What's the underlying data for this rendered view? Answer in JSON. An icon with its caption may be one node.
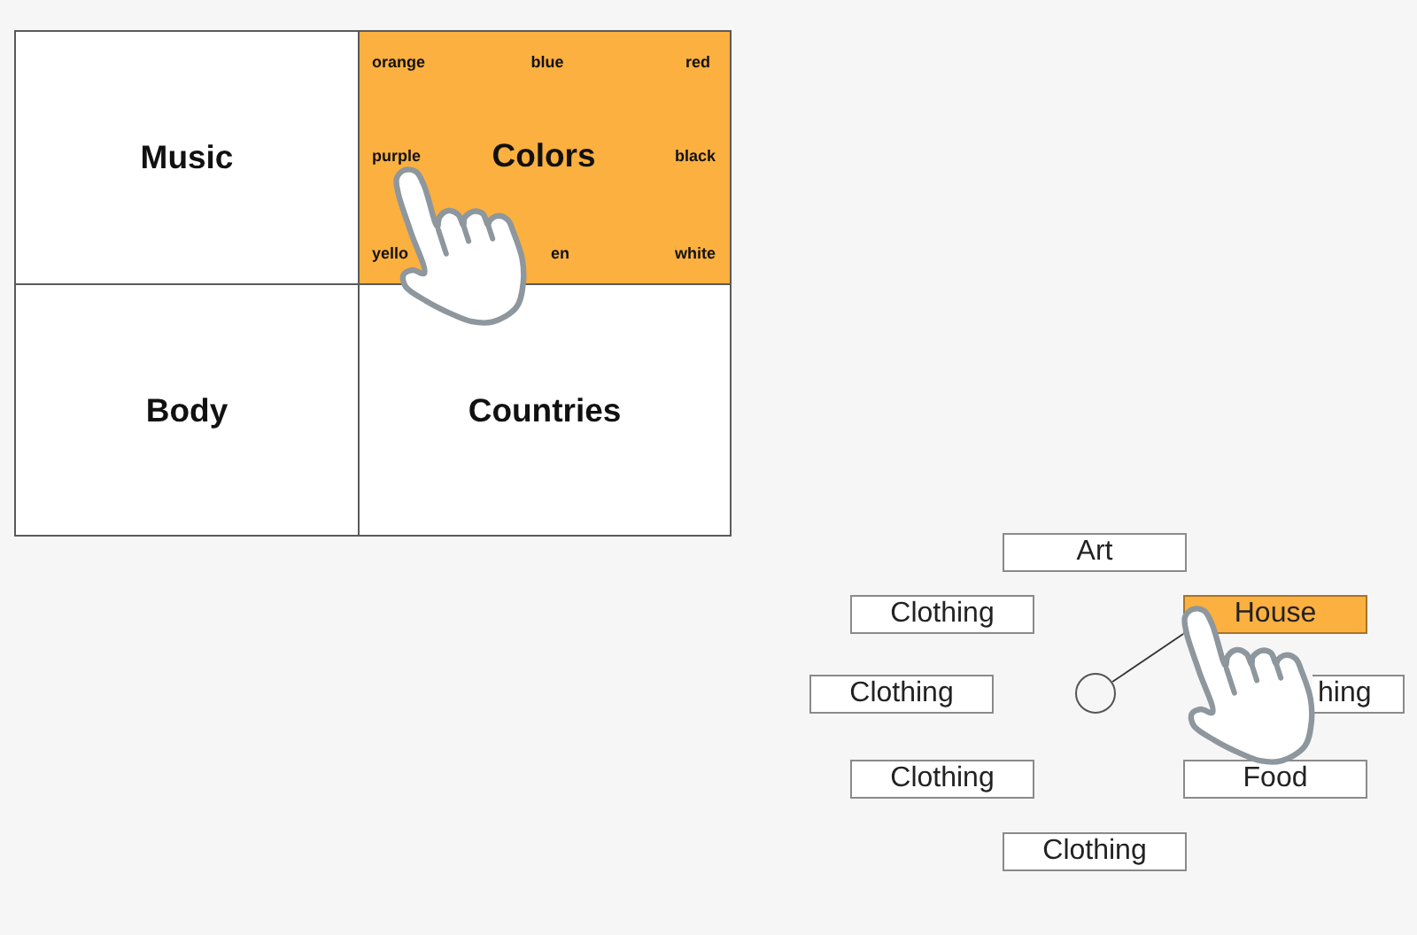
{
  "diagram": {
    "nodes": [
      {
        "text": [
          "Music"
        ]
      },
      {
        "text": [
          "Colors",
          "orange",
          "blue",
          "red",
          "purple",
          "black",
          "yello",
          "en",
          "white"
        ]
      },
      {
        "text": [
          "Body"
        ]
      },
      {
        "text": [
          "Countries"
        ]
      },
      {
        "text": [
          "Art"
        ]
      },
      {
        "text": [
          "Clothing"
        ]
      },
      {
        "text": [
          "House"
        ]
      },
      {
        "text": [
          "Clothing"
        ]
      },
      {
        "text": [],
        "shape": "circle"
      },
      {
        "text": [
          "hing"
        ]
      },
      {
        "text": [
          "Clothing"
        ]
      },
      {
        "text": [
          "Food"
        ]
      },
      {
        "text": [
          "Clothing"
        ]
      }
    ],
    "edges": [
      {
        "from": 8,
        "to": 6,
        "arrow": "none"
      }
    ]
  }
}
